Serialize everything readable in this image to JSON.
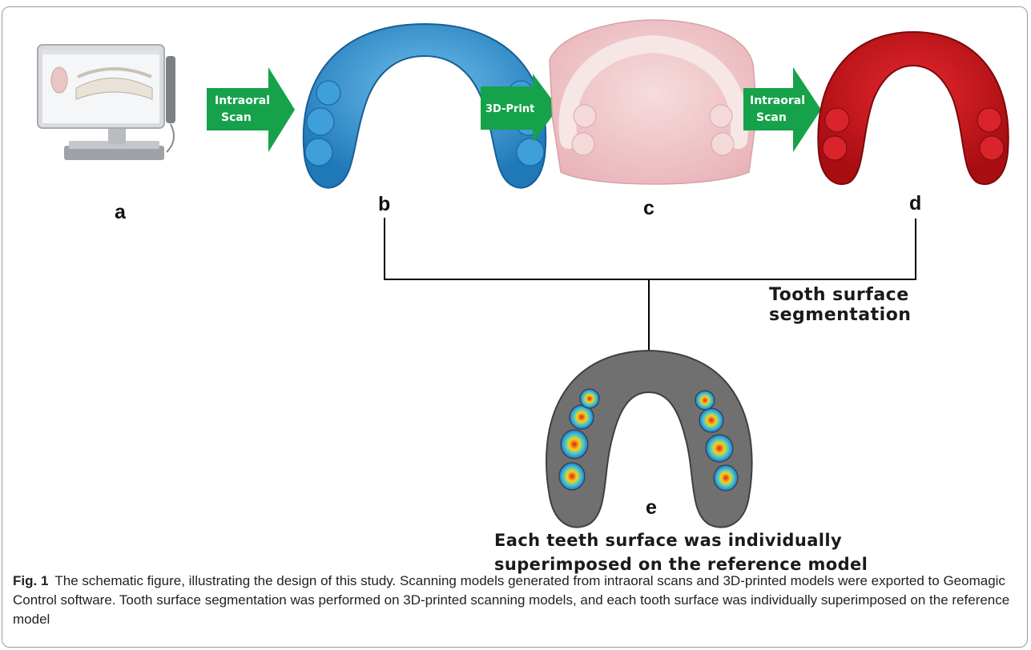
{
  "panels": {
    "a": "a",
    "b": "b",
    "c": "c",
    "d": "d",
    "e": "e"
  },
  "arrows": {
    "first": [
      "Intraoral",
      "Scan"
    ],
    "second": "3D-Print",
    "third": [
      "Intraoral",
      "Scan"
    ]
  },
  "notes": {
    "segmentation": "Tooth surface segmentation",
    "superimpose_line1": "Each teeth surface was individually",
    "superimpose_line2": "superimposed on the reference model"
  },
  "caption": {
    "fig_no": "Fig. 1",
    "text": "The schematic figure, illustrating the design of this study. Scanning models generated from intraoral scans and 3D-printed models were exported to Geomagic Control software. Tooth surface segmentation was performed on 3D-printed scanning models, and each tooth surface was individually superimposed on the reference model"
  },
  "colors": {
    "arrow_green": "#16a24a",
    "scan_blue": "#2f8fce",
    "print_pink": "#efc4c8",
    "scan_red": "#c8161c",
    "reference_gray": "#6d6d6d"
  }
}
